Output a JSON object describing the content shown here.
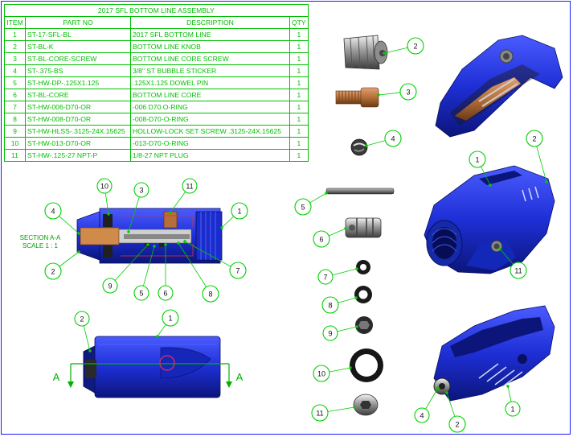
{
  "bom": {
    "title": "2017 SFL BOTTOM LINE ASSEMBLY",
    "headers": {
      "item": "ITEM",
      "part": "PART NO",
      "desc": "DESCRIPTION",
      "qty": "QTY"
    },
    "rows": [
      {
        "item": "1",
        "part": "ST-17-SFL-BL",
        "desc": "2017 SFL BOTTOM LINE",
        "qty": "1"
      },
      {
        "item": "2",
        "part": "ST-BL-K",
        "desc": "BOTTOM LINE KNOB",
        "qty": "1"
      },
      {
        "item": "3",
        "part": "ST-BL-CORE-SCREW",
        "desc": "BOTTOM LINE CORE SCREW",
        "qty": "1"
      },
      {
        "item": "4",
        "part": "ST-.375-BS",
        "desc": "3/8\" ST BUBBLE STICKER",
        "qty": "1"
      },
      {
        "item": "5",
        "part": "ST-HW-DP-.125X1.125",
        "desc": ".125X1.125 DOWEL PIN",
        "qty": "1"
      },
      {
        "item": "6",
        "part": "ST-BL-CORE",
        "desc": "BOTTOM LINE CORE",
        "qty": "1"
      },
      {
        "item": "7",
        "part": "ST-HW-006-D70-OR",
        "desc": "-006 D70 O-RING",
        "qty": "1"
      },
      {
        "item": "8",
        "part": "ST-HW-008-D70-OR",
        "desc": "-008-D70-O-RING",
        "qty": "1"
      },
      {
        "item": "9",
        "part": "ST-HW-HLSS-.3125-24X.15625",
        "desc": "HOLLOW-LOCK SET SCREW .3125-24X.15625",
        "qty": "1"
      },
      {
        "item": "10",
        "part": "ST-HW-013-D70-OR",
        "desc": "-013-D70-O-RING",
        "qty": "1"
      },
      {
        "item": "11",
        "part": "ST-HW-.125-27 NPT-P",
        "desc": "1/8-27 NPT PLUG",
        "qty": "1"
      }
    ]
  },
  "section_label": {
    "line1": "SECTION A-A",
    "line2": "SCALE 1 : 1"
  },
  "section_arrows": {
    "left": "A",
    "right": "A"
  },
  "balloons": {
    "b2_knob": "2",
    "b3_screw": "3",
    "b4_sticker": "4",
    "b5_pin": "5",
    "b6_core": "6",
    "b7_oring": "7",
    "b8_oring": "8",
    "b9_setscrew": "9",
    "b10_oring": "10",
    "b11_plug": "11",
    "sec_b10": "10",
    "sec_b3": "3",
    "sec_b11": "11",
    "sec_b1": "1",
    "sec_b4": "4",
    "sec_b2": "2",
    "sec_b7": "7",
    "sec_b9": "9",
    "sec_b5": "5",
    "sec_b6": "6",
    "sec_b8": "8",
    "side_b2": "2",
    "side_b1": "1",
    "iso1_b1": "1",
    "iso1_b2": "2",
    "iso1_b11": "11",
    "iso2_b4": "4",
    "iso2_b2": "2",
    "iso2_b1": "1"
  },
  "colors": {
    "body_blue": "#1e2fd6",
    "balloon_green": "#00d000",
    "table_green": "#00c000",
    "frame_blue": "#1a1aff",
    "brass": "#b5703a"
  }
}
